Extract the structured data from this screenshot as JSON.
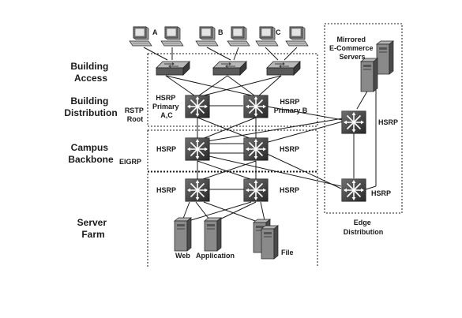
{
  "layers": {
    "building_access": [
      "Building",
      "Access"
    ],
    "building_distribution": [
      "Building",
      "Distribution"
    ],
    "campus_backbone": [
      "Campus",
      "Backbone"
    ],
    "server_farm": [
      "Server",
      "Farm"
    ]
  },
  "protocols": {
    "rstp": "RSTP",
    "rstp_root": "Root",
    "eigrp": "EIGRP"
  },
  "hsrp": {
    "label": "HSRP",
    "primary_ac": [
      "HSRP",
      "Primary",
      "A,C"
    ],
    "primary_b": [
      "HSRP",
      "Primary B"
    ]
  },
  "clients": {
    "a": "A",
    "b": "B",
    "c": "C"
  },
  "servers": {
    "web": "Web",
    "application": "Application",
    "file": "File",
    "mirrored": [
      "Mirrored",
      "E-Commerce",
      "Servers"
    ]
  },
  "edge": [
    "Edge",
    "Distribution"
  ]
}
